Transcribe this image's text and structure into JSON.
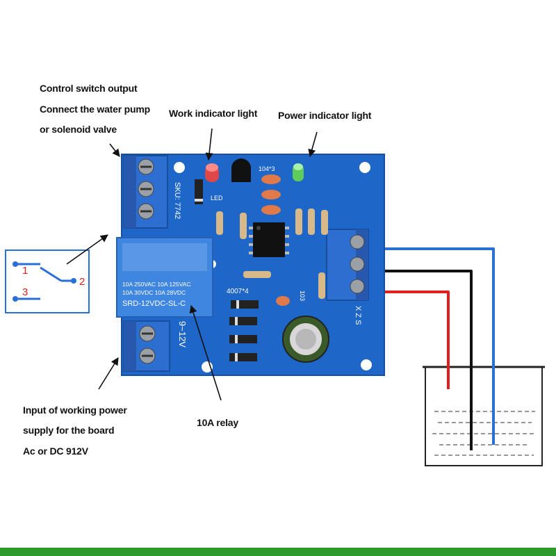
{
  "labels": {
    "control_line1": "Control switch output",
    "control_line2": "Connect the water pump",
    "control_line3": "or solenoid valve",
    "work_led": "Work indicator light",
    "power_led": "Power indicator light",
    "input_line1": "Input of working power",
    "input_line2": "supply for the board",
    "input_line3": "Ac or DC 912V",
    "relay": "10A relay"
  },
  "switch_symbol": {
    "pin1": "1",
    "pin2": "2",
    "pin3": "3"
  },
  "board": {
    "sku": "SKU: 7742",
    "cap_label": "104*3",
    "led_label": "LED",
    "relay_line1": "10A 250VAC  10A 125VAC",
    "relay_line2": "10A  30VDC  10A  28VDC",
    "relay_model": "SRD-12VDC-SL-C",
    "diode_label": "4007*4",
    "voltage_label": "9~12V",
    "pot_label": "103",
    "probe_label": "X Z S"
  },
  "colors": {
    "pcb": "#1e66c8",
    "wire_red": "#e02020",
    "wire_black": "#111111",
    "wire_blue": "#2a6fd6",
    "terminal": "#2d6fd0",
    "bottom_bar": "#2e9a2e"
  }
}
